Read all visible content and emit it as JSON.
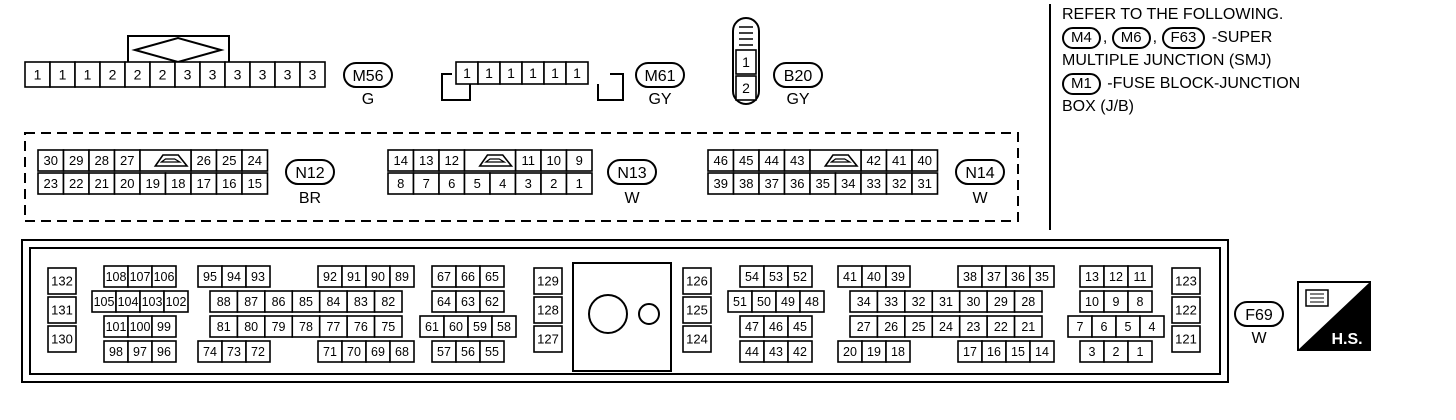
{
  "top_connectors": {
    "m56": {
      "pins": [
        "1",
        "1",
        "1",
        "2",
        "2",
        "2",
        "3",
        "3",
        "3",
        "3",
        "3",
        "3"
      ],
      "label": "M56",
      "color": "G"
    },
    "m61": {
      "pins": [
        "1",
        "1",
        "1",
        "1",
        "1",
        "1"
      ],
      "label": "M61",
      "color": "GY"
    },
    "b20": {
      "pins": [
        "1",
        "2"
      ],
      "label": "B20",
      "color": "GY"
    }
  },
  "reference": {
    "line1": "REFER TO THE FOLLOWING.",
    "smj_codes": [
      "M4",
      "M6",
      "F63"
    ],
    "comma": ",",
    "smj_text": "-SUPER",
    "smj_text2": "MULTIPLE JUNCTION (SMJ)",
    "jb_code": "M1",
    "jb_text": "-FUSE BLOCK-JUNCTION",
    "jb_text2": "BOX (J/B)"
  },
  "mid_connectors": {
    "n12": {
      "row1": [
        "30",
        "29",
        "28",
        "27",
        "",
        "26",
        "25",
        "24"
      ],
      "row2": [
        "23",
        "22",
        "21",
        "20",
        "19",
        "18",
        "17",
        "16",
        "15"
      ],
      "label": "N12",
      "color": "BR"
    },
    "n13": {
      "row1": [
        "14",
        "13",
        "12",
        "",
        "11",
        "10",
        "9"
      ],
      "row2": [
        "8",
        "7",
        "6",
        "5",
        "4",
        "3",
        "2",
        "1"
      ],
      "label": "N13",
      "color": "W"
    },
    "n14": {
      "row1": [
        "46",
        "45",
        "44",
        "43",
        "",
        "42",
        "41",
        "40"
      ],
      "row2": [
        "39",
        "38",
        "37",
        "36",
        "35",
        "34",
        "33",
        "32",
        "31"
      ],
      "label": "N14",
      "color": "W"
    }
  },
  "ecm_connector": {
    "label": "F69",
    "color": "W",
    "badge": "H.S.",
    "blocks": [
      {
        "rows": [
          [
            "132"
          ],
          [
            "131"
          ],
          [
            "130"
          ]
        ]
      },
      {
        "rows": [
          [
            "108",
            "107",
            "106"
          ],
          [
            "105",
            "104",
            "103",
            "102"
          ],
          [
            "101",
            "100",
            "99"
          ],
          [
            "98",
            "97",
            "96"
          ]
        ]
      },
      {
        "rows": [
          [
            "95",
            "94",
            "93",
            "",
            "92",
            "91",
            "90",
            "89"
          ],
          [
            "88",
            "87",
            "86",
            "85",
            "84",
            "83",
            "82"
          ],
          [
            "81",
            "80",
            "79",
            "78",
            "77",
            "76",
            "75"
          ],
          [
            "74",
            "73",
            "72",
            "",
            "71",
            "70",
            "69",
            "68"
          ]
        ]
      },
      {
        "rows": [
          [
            "67",
            "66",
            "65"
          ],
          [
            "64",
            "63",
            "62"
          ],
          [
            "61",
            "60",
            "59",
            "58"
          ],
          [
            "57",
            "56",
            "55"
          ]
        ]
      },
      {
        "rows": [
          [
            "129"
          ],
          [
            "128"
          ],
          [
            "127"
          ]
        ]
      },
      {
        "rows": [
          [
            "126"
          ],
          [
            "125"
          ],
          [
            "124"
          ]
        ]
      },
      {
        "rows": [
          [
            "54",
            "53",
            "52"
          ],
          [
            "51",
            "50",
            "49",
            "48"
          ],
          [
            "47",
            "46",
            "45"
          ],
          [
            "44",
            "43",
            "42"
          ]
        ]
      },
      {
        "rows": [
          [
            "41",
            "40",
            "39",
            "",
            "38",
            "37",
            "36",
            "35"
          ],
          [
            "34",
            "33",
            "32",
            "31",
            "30",
            "29",
            "28"
          ],
          [
            "27",
            "26",
            "25",
            "24",
            "23",
            "22",
            "21"
          ],
          [
            "20",
            "19",
            "18",
            "",
            "17",
            "16",
            "15",
            "14"
          ]
        ]
      },
      {
        "rows": [
          [
            "13",
            "12",
            "11"
          ],
          [
            "10",
            "9",
            "8"
          ],
          [
            "7",
            "6",
            "5",
            "4"
          ],
          [
            "3",
            "2",
            "1"
          ]
        ]
      },
      {
        "rows": [
          [
            "123"
          ],
          [
            "122"
          ],
          [
            "121"
          ]
        ]
      }
    ]
  }
}
